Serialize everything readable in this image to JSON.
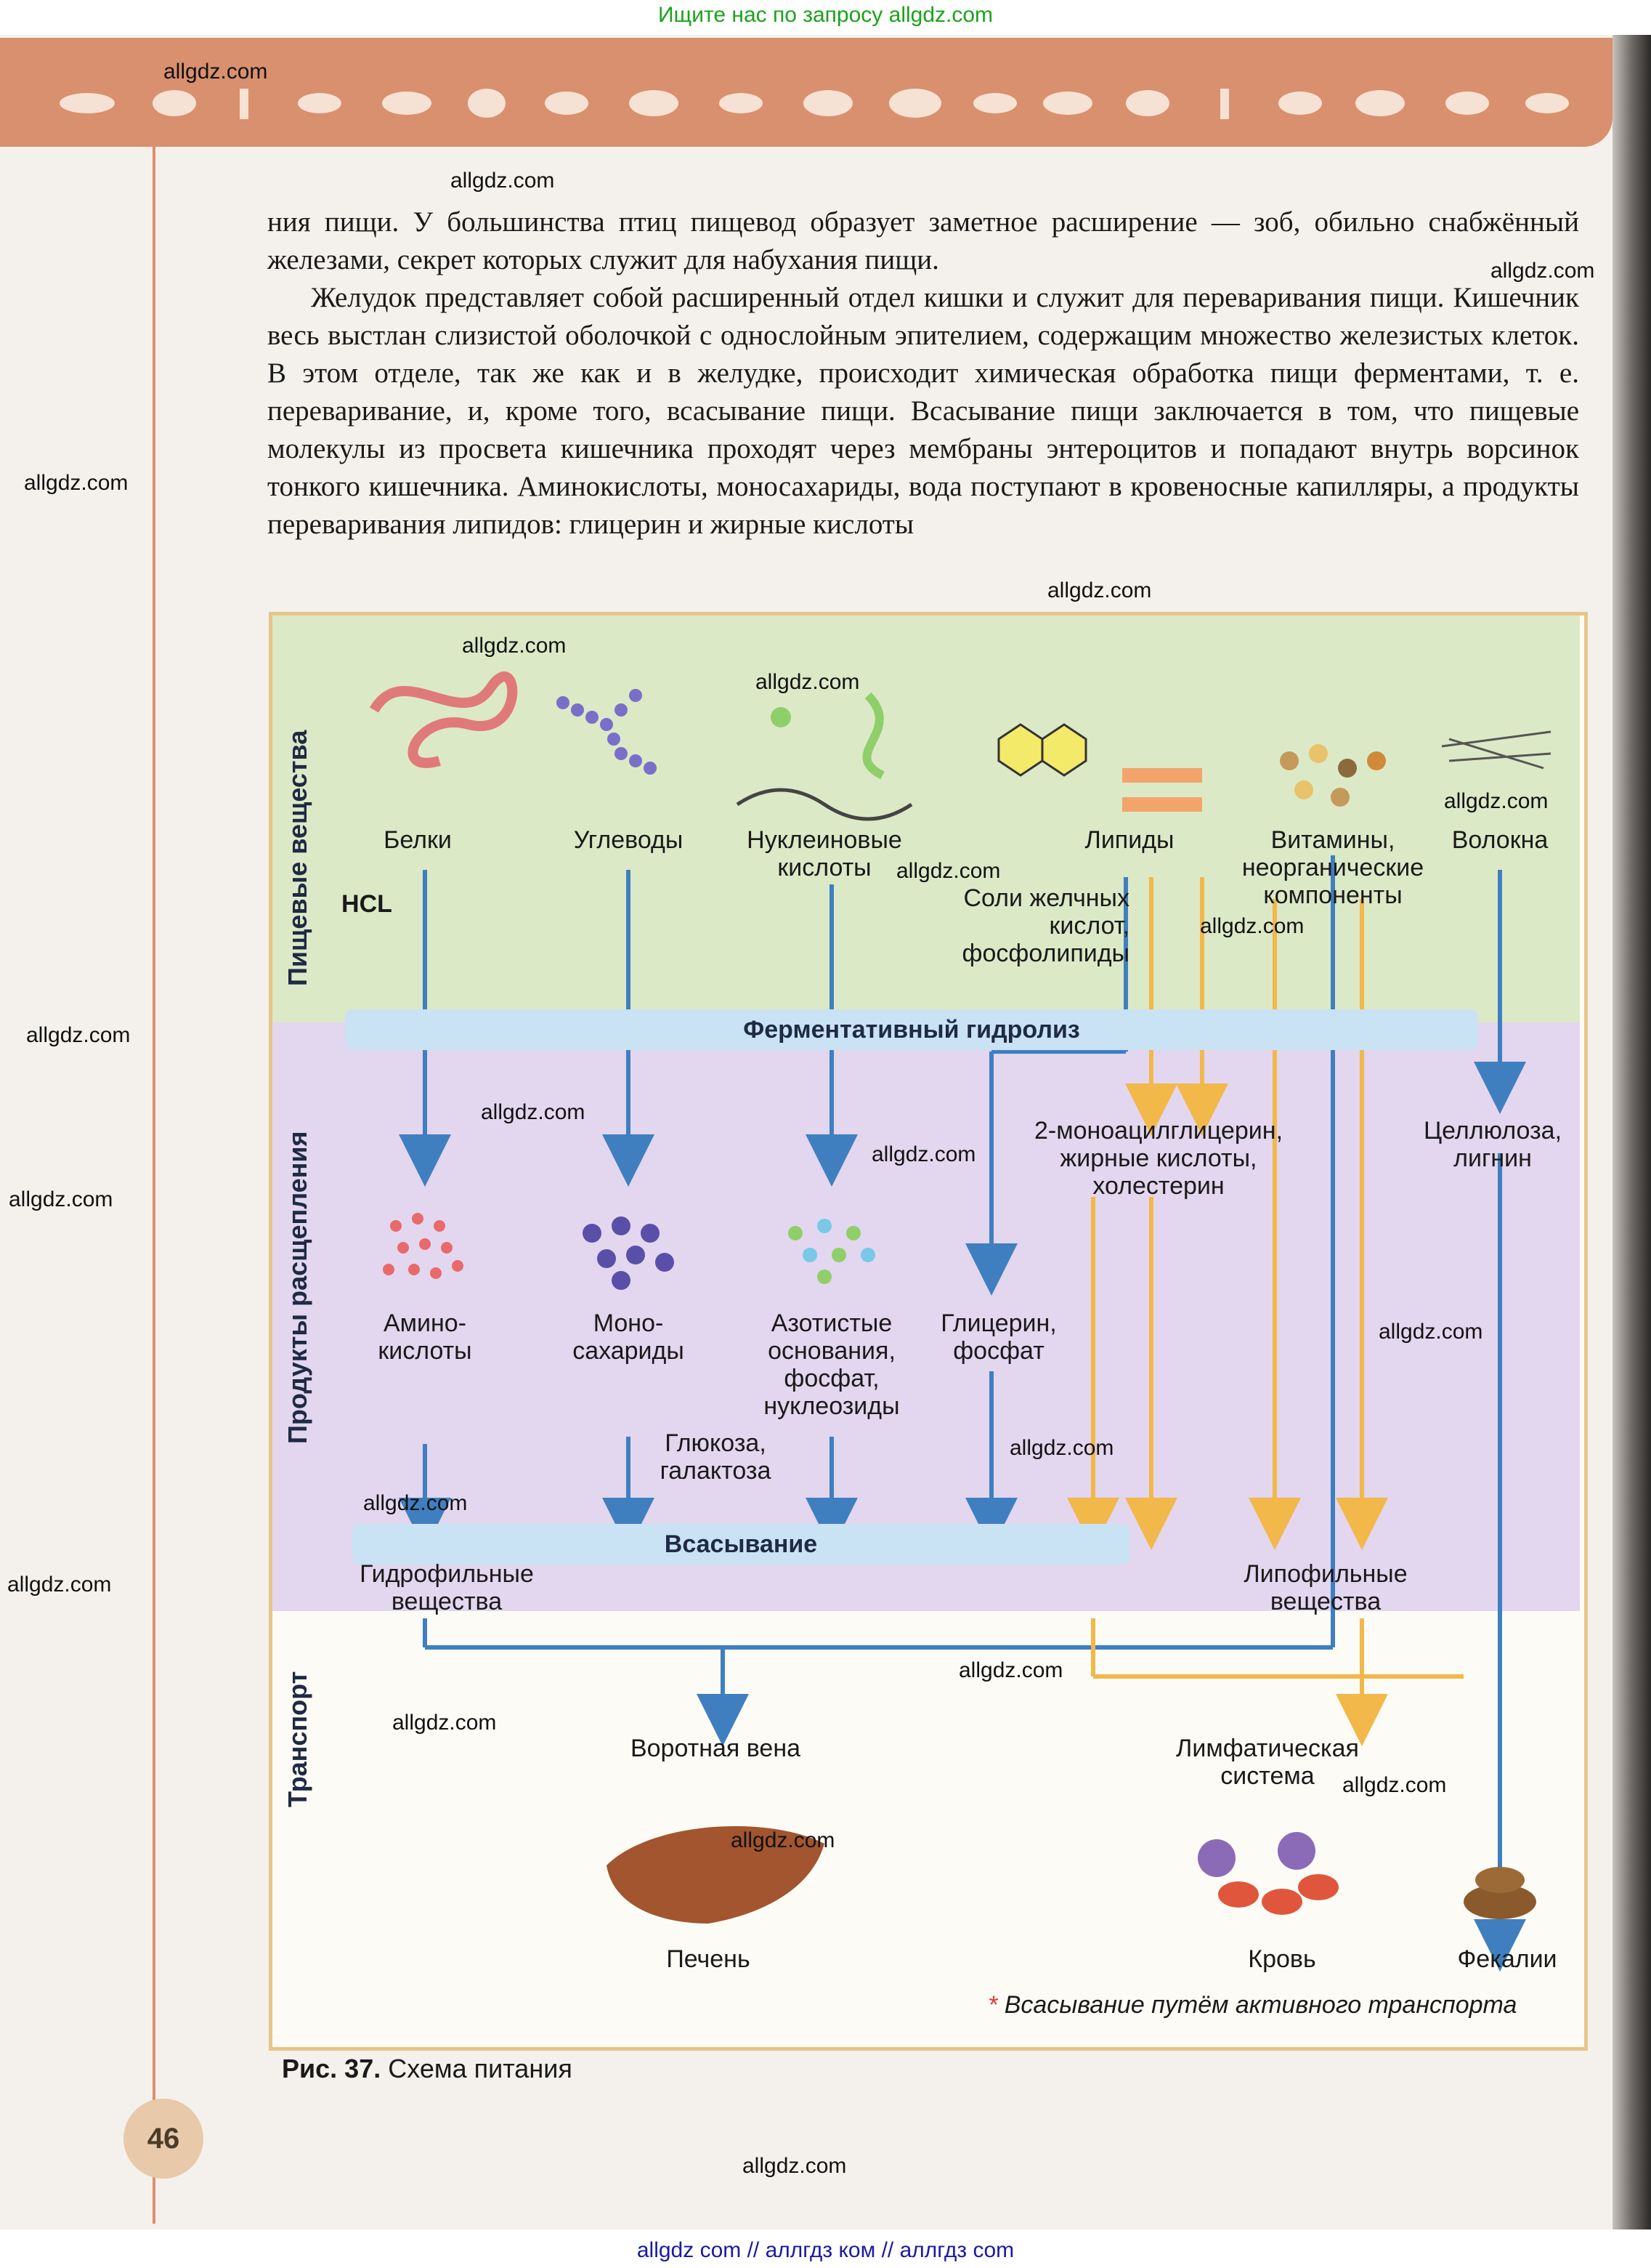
{
  "header": {
    "top_link": "Ищите нас по запросу allgdz.com"
  },
  "watermarks": [
    "allgdz.com",
    "allgdz.com",
    "allgdz.com",
    "allgdz.com",
    "allgdz.com",
    "allgdz.com",
    "allgdz.com",
    "allgdz.com",
    "allgdz.com",
    "allgdz.com",
    "allgdz.com",
    "allgdz.com",
    "allgdz.com",
    "allgdz.com",
    "allgdz.com",
    "allgdz.com",
    "allgdz.com",
    "allgdz.com",
    "allgdz.com",
    "allgdz.com",
    "allgdz.com",
    "allgdz.com",
    "allgdz.com"
  ],
  "body_text": {
    "p1": "ния пищи. У большинства птиц пищевод образует заметное расширение — зоб, обильно снабжённый железами, секрет которых служит для набухания пищи.",
    "p2": "Желудок представляет собой расширенный отдел кишки и служит для переваривания пищи. Кишечник весь выстлан слизистой оболочкой с однослойным эпителием, содержащим множество железистых клеток. В этом отделе, так же как и в желудке, происходит химическая обработка пищи ферментами, т. е. переваривание, и, кроме того, всасывание пищи. Всасывание пищи заключается в том, что пищевые молекулы из просвета кишечника проходят через мембраны энтероцитов и попадают внутрь ворсинок тонкого кишечника. Аминокислоты, моносахариды, вода поступают в кровеносные капилляры, а продукты переваривания липидов: глицерин и жирные кислоты"
  },
  "diagram": {
    "bands": {
      "food": "Пищевые вещества",
      "products": "Продукты расщепления",
      "transport": "Транспорт"
    },
    "food": {
      "proteins": "Белки",
      "carbs": "Углеводы",
      "nucleic": "Нуклеиновые кислоты",
      "lipids": "Липиды",
      "vitamins": "Витамины, неорганические компоненты",
      "fibers": "Волокна"
    },
    "hcl": "HCL",
    "bile": "Соли желчных кислот, фосфолипиды",
    "hydrolysis": "Ферментативный гидролиз",
    "products": {
      "amino": "Амино-кислоты",
      "mono": "Моно-сахариды",
      "nitro": "Азотистые основания, фосфат, нуклеозиды",
      "glycerol": "Глицерин, фосфат",
      "mag": "2-моноацилглицерин, жирные кислоты, холестерин",
      "cellulose": "Целлюлоза, лигнин",
      "glucose": "Глюкоза, галактоза"
    },
    "absorption": "Всасывание",
    "hydrophilic": "Гидрофильные вещества",
    "lipophilic": "Липофильные вещества",
    "portal": "Воротная вена",
    "lymph": "Лимфатическая система",
    "liver": "Печень",
    "blood": "Кровь",
    "feces": "Фекалии",
    "note": "Всасывание путём активного транспорта",
    "star": "*"
  },
  "caption": {
    "label": "Рис. 37.",
    "text": "Схема питания"
  },
  "page_number": "46",
  "footer": {
    "bottom_link": "allgdz com  //  аллгдз ком  //  аллгдз com"
  },
  "colors": {
    "arrow_blue": "#3f7fc0",
    "arrow_orange": "#f2b84a",
    "band_food": "#dce9c6",
    "band_products": "#e3d6ef",
    "banner": "#d9906e"
  }
}
